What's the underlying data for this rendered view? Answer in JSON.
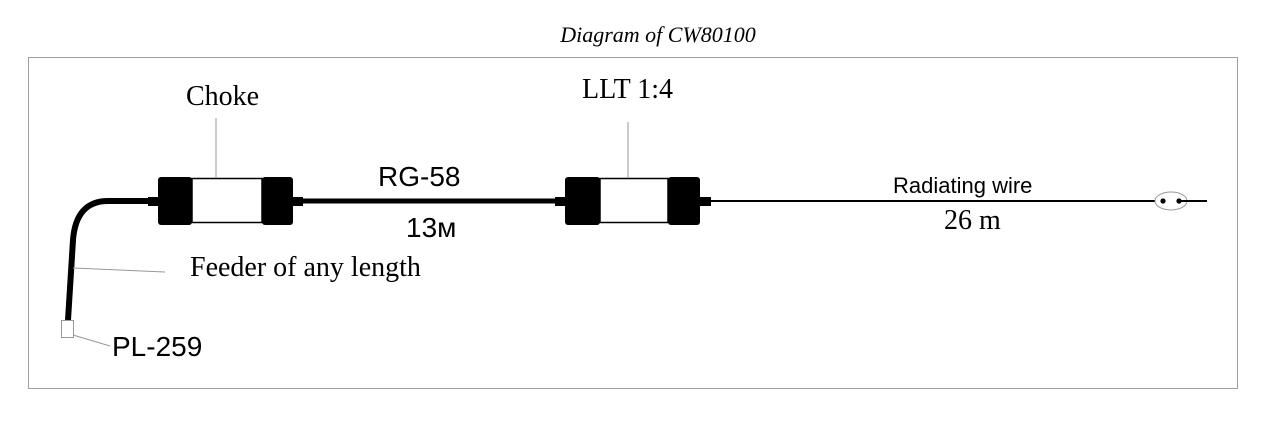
{
  "title": "Diagram of CW80100",
  "labels": {
    "choke": "Choke",
    "llt": "LLT 1:4",
    "coax_type": "RG-58",
    "coax_length": "13м",
    "radiating_wire": "Radiating wire",
    "wire_length": "26 m",
    "feeder": "Feeder of any length",
    "connector": "PL-259"
  },
  "colors": {
    "frame": "#a0a0a0",
    "cable": "#000000",
    "leader": "#9a9a9a"
  }
}
